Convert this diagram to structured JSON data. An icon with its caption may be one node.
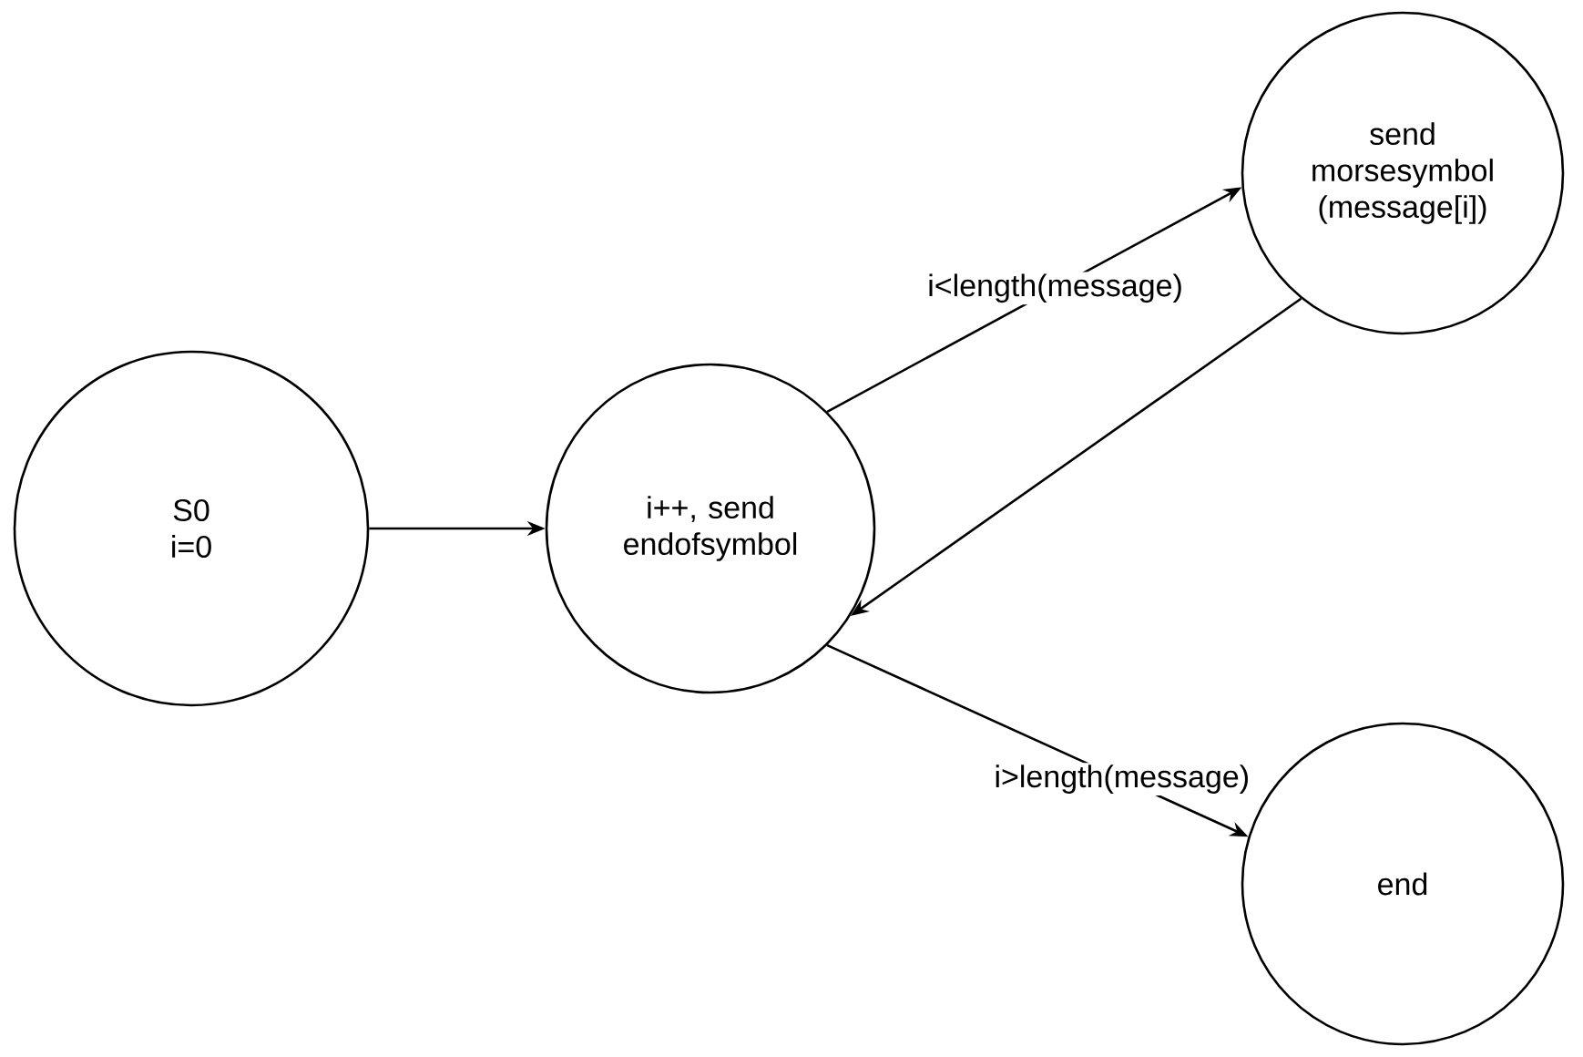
{
  "diagram": {
    "nodes": [
      {
        "text": [
          "S0",
          "i=0"
        ]
      },
      {
        "text": [
          "i++, send endofsymbol"
        ]
      },
      {
        "text": [
          "send morsesymbol (message[i])"
        ]
      },
      {
        "text": [
          "end"
        ]
      }
    ],
    "edges": [
      {
        "from": 0,
        "to": 1,
        "arrow": "to"
      },
      {
        "from": 1,
        "to": 2,
        "arrow": "to",
        "label": "i<length(message)"
      },
      {
        "from": 2,
        "to": 1,
        "arrow": "to"
      },
      {
        "from": 1,
        "to": 3,
        "arrow": "to",
        "label": "i>length(message)"
      }
    ]
  }
}
